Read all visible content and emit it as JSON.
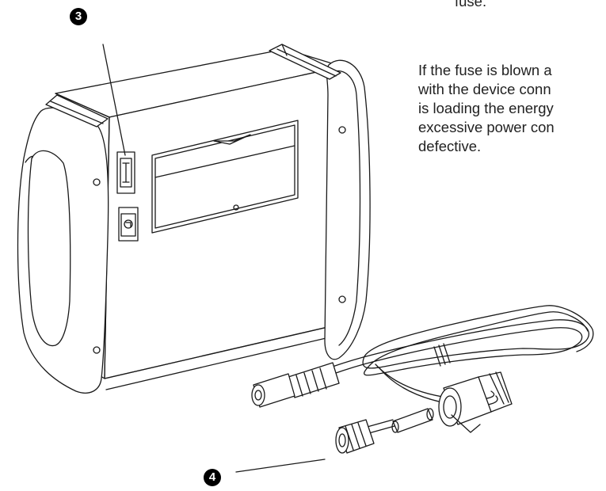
{
  "callouts": {
    "label_3": "3",
    "label_4": "4"
  },
  "text": {
    "fuse_word": "fuse.",
    "paragraph_lines": [
      "If the fuse is blown a",
      "with the device conn",
      "is loading the energy",
      "excessive power con",
      "defective."
    ]
  }
}
